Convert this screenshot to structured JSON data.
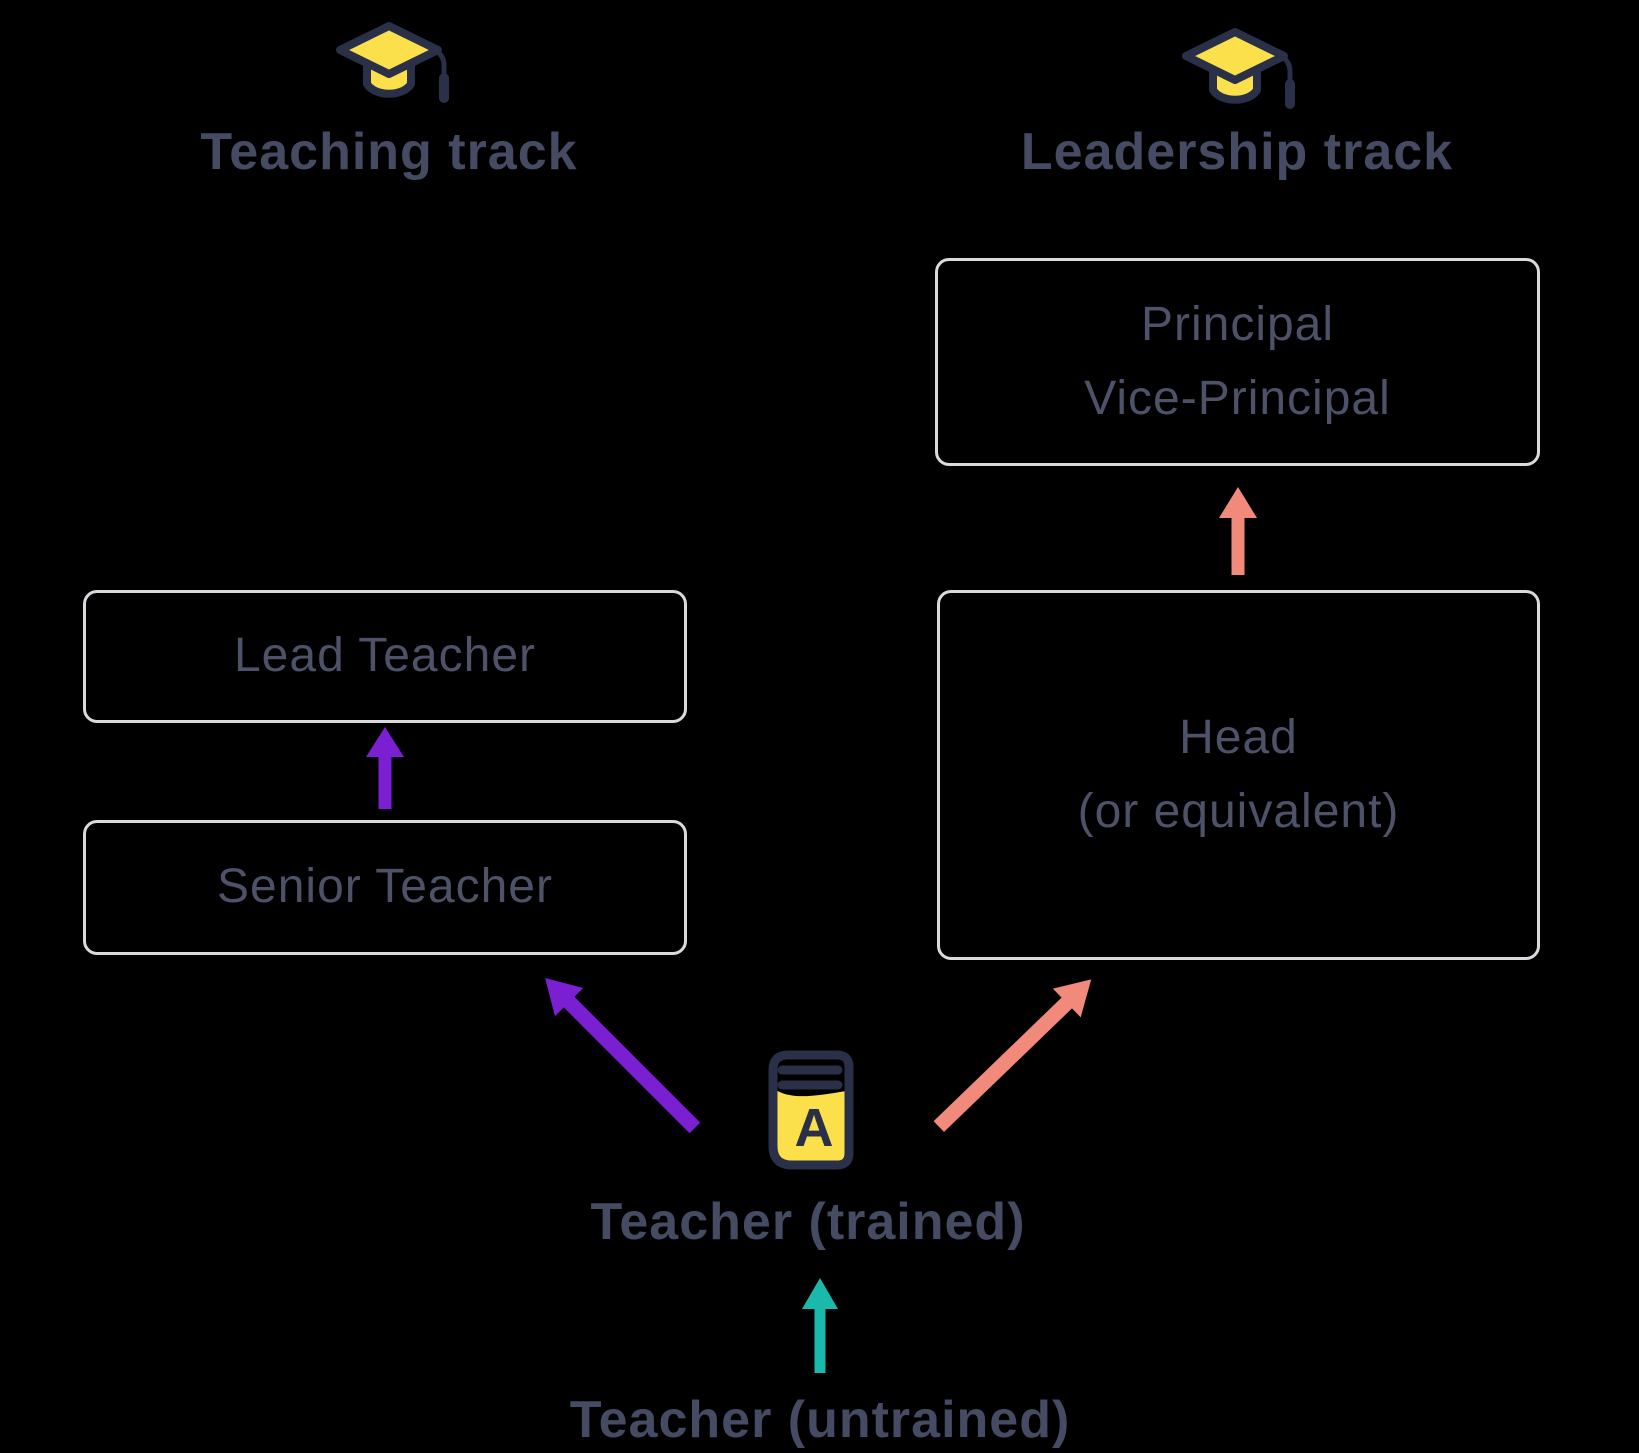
{
  "colors": {
    "background": "#000000",
    "box_border": "#d9dade",
    "box_text": "#4d5268",
    "heading_text": "#454b62",
    "purple_arrow": "#7b1fd3",
    "salmon_arrow": "#f18a7b",
    "teal_arrow": "#19b9ab",
    "icon_navy": "#2a3048",
    "icon_yellow": "#fbdf4b"
  },
  "teaching_track": {
    "heading": "Teaching track",
    "boxes": [
      {
        "label": "Lead Teacher"
      },
      {
        "label": "Senior Teacher"
      }
    ]
  },
  "leadership_track": {
    "heading": "Leadership track",
    "boxes": [
      {
        "line1": "Principal",
        "line2": "Vice-Principal"
      },
      {
        "line1": "Head",
        "line2": "(or equivalent)"
      }
    ]
  },
  "progression": {
    "trained_label": "Teacher (trained)",
    "untrained_label": "Teacher (untrained)",
    "book_letter": "A"
  }
}
